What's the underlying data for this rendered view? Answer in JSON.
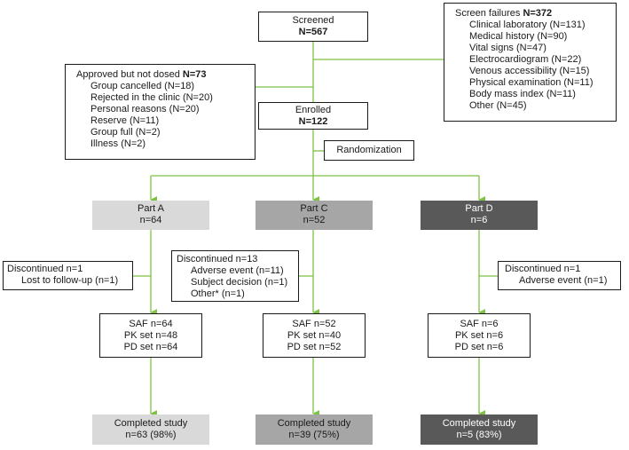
{
  "screened": {
    "label": "Screened",
    "count": "N=567"
  },
  "screen_failures": {
    "title": "Screen failures ",
    "count": "N=372",
    "items": [
      "Clinical laboratory (N=131)",
      "Medical history (N=90)",
      "Vital signs (N=47)",
      "Electrocardiogram (N=22)",
      "Venous accessibility (N=15)",
      "Physical examination (N=11)",
      "Body mass index (N=11)",
      "Other (N=45)"
    ]
  },
  "approved_not_dosed": {
    "title": "Approved but not dosed ",
    "count": "N=73",
    "items": [
      "Group cancelled (N=18)",
      "Rejected in the clinic (N=20)",
      "Personal reasons (N=20)",
      "Reserve (N=11)",
      "Group full (N=2)",
      "Illness (N=2)"
    ]
  },
  "enrolled": {
    "label": "Enrolled",
    "count": "N=122"
  },
  "randomization": "Randomization",
  "parts": {
    "a": {
      "name": "Part A",
      "n": "n=64"
    },
    "c": {
      "name": "Part C",
      "n": "n=52"
    },
    "d": {
      "name": "Part D",
      "n": "n=6"
    }
  },
  "discontinued": {
    "a": {
      "title": "Discontinued n=1",
      "items": [
        "Lost to follow-up (n=1)"
      ]
    },
    "c": {
      "title": "Discontinued n=13",
      "items": [
        "Adverse event (n=11)",
        "Subject decision (n=1)",
        "Other* (n=1)"
      ]
    },
    "d": {
      "title": "Discontinued n=1",
      "items": [
        "Adverse event (n=1)"
      ]
    }
  },
  "sets": {
    "a": [
      "SAF n=64",
      "PK set n=48",
      "PD set n=64"
    ],
    "c": [
      "SAF n=52",
      "PK set n=40",
      "PD set n=52"
    ],
    "d": [
      "SAF n=6",
      "PK set n=6",
      "PD set n=6"
    ]
  },
  "completed": {
    "a": {
      "label": "Completed study",
      "n": "n=63 (98%)"
    },
    "c": {
      "label": "Completed study",
      "n": "n=39 (75%)"
    },
    "d": {
      "label": "Completed study",
      "n": "n=5 (83%)"
    }
  },
  "colors": {
    "connector": "#7dc242",
    "part_a_fill": "#d9d9d9",
    "part_c_fill": "#a6a6a6",
    "part_d_fill": "#595959",
    "border": "#1a1a1a"
  }
}
